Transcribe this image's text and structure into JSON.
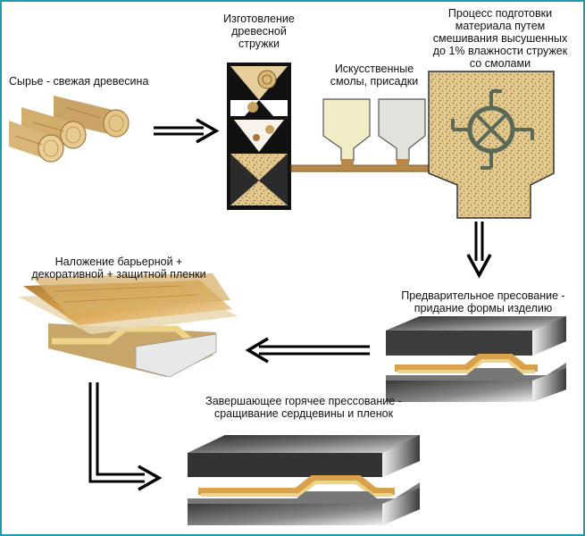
{
  "colors": {
    "border": "#1a9db0",
    "wood": "#d9b775",
    "wood_dark": "#a7773d",
    "chips_fill": "#e0c58a",
    "resin_1": "#f2ecc6",
    "resin_2": "#e2e2dc",
    "film": "#c88a2c",
    "core": "#efd389",
    "steel": "#4a4a4a",
    "arrow": "#000000"
  },
  "steps": [
    {
      "id": "raw",
      "lines": [
        "Сырье - свежая древесина"
      ],
      "icon": "logs-icon"
    },
    {
      "id": "chipping",
      "lines": [
        "Изготовление",
        "древесной",
        "стружки"
      ],
      "icon": "chipper-icon"
    },
    {
      "id": "resins",
      "lines": [
        "Искусственные",
        "смолы, присадки"
      ],
      "icon": "resin-tanks-icon"
    },
    {
      "id": "mixing",
      "lines": [
        "Процесс подготовки",
        "материала путем",
        "смешивания высушенных",
        "до 1% влажности стружек",
        "со смолами"
      ],
      "icon": "mixer-icon"
    },
    {
      "id": "prepress",
      "lines": [
        "Предварительное пресование -",
        "придание формы изделию"
      ],
      "icon": "press-icon"
    },
    {
      "id": "films",
      "lines": [
        "Наложение барьерной +",
        "декоративной + защитной пленки"
      ],
      "icon": "film-layers-icon"
    },
    {
      "id": "hotpress",
      "lines": [
        "Завершающее горячее прессование -",
        "сращивание сердцевины и пленок"
      ],
      "icon": "hot-press-icon"
    }
  ]
}
